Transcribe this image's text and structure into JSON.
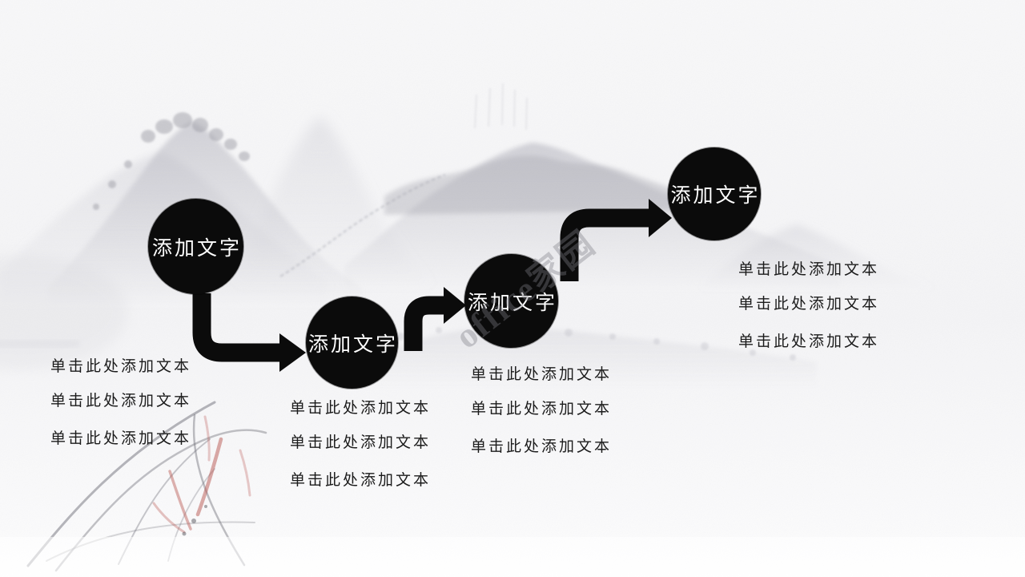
{
  "slide": {
    "watermark_text": "office家园",
    "steps": [
      {
        "label": "添加文字",
        "body": [
          "单击此处添加文本",
          "单击此处添加文本",
          "单击此处添加文本"
        ]
      },
      {
        "label": "添加文字",
        "body": [
          "单击此处添加文本",
          "单击此处添加文本",
          "单击此处添加文本"
        ]
      },
      {
        "label": "添加文字",
        "body": [
          "单击此处添加文本",
          "单击此处添加文本",
          "单击此处添加文本"
        ]
      },
      {
        "label": "添加文字",
        "body": [
          "单击此处添加文本",
          "单击此处添加文本",
          "单击此处添加文本"
        ]
      }
    ],
    "colors": {
      "ink_black": "#0b0b0b",
      "circle_text": "#ffffff",
      "body_text": "#1b1b1b",
      "mountain_gray": "#b9b9c2",
      "orchid_red": "#b8544e",
      "paper": "#f8f8f9"
    }
  }
}
